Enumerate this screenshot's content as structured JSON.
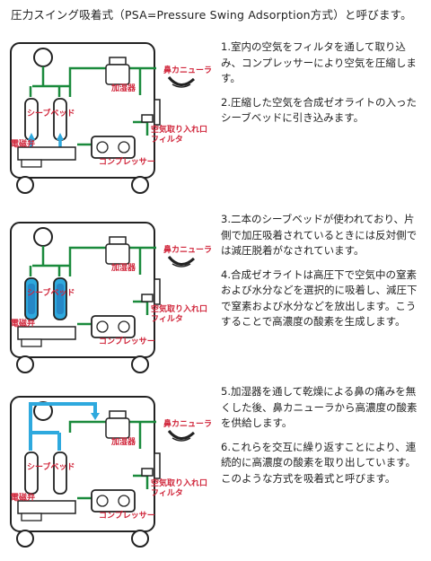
{
  "title": "圧力スイング吸着式（PSA=Pressure Swing Adsorption方式）と呼びます。",
  "labels": {
    "humidifier": "加湿器",
    "cannula": "鼻カニューラ",
    "sieve_bed": "シーブベッド",
    "solenoid": "電磁弁",
    "intake_line1": "空気取り入れ口",
    "intake_line2": "フィルタ",
    "compressor": "コンプレッサー"
  },
  "steps": [
    {
      "text": "1.室内の空気をフィルタを通して取り込み、コンプレッサーにより空気を圧縮します。"
    },
    {
      "text": "2.圧縮した空気を合成ゼオライトの入ったシーブベッドに引き込みます。"
    },
    {
      "text": "3.二本のシーブベッドが使われており、片側で加圧吸着されているときには反対側では減圧脱着がなされています。"
    },
    {
      "text": "4.合成ゼオライトは高圧下で空気中の窒素および水分などを選択的に吸着し、減圧下で窒素および水分などを放出します。こうすることで高濃度の酸素を生成します。"
    },
    {
      "text": "5.加湿器を通して乾燥による鼻の痛みを無くした後、鼻カニューラから高濃度の酸素を供給します。"
    },
    {
      "text": "6.これらを交互に繰り返すことにより、連続的に高濃度の酸素を取り出しています。このような方式を吸着式と呼びます。"
    }
  ],
  "colors": {
    "pipe": "#1a8a3c",
    "accent": "#2ea9de",
    "label_red": "#d0253a",
    "label_blue": "#1c5ea8"
  }
}
